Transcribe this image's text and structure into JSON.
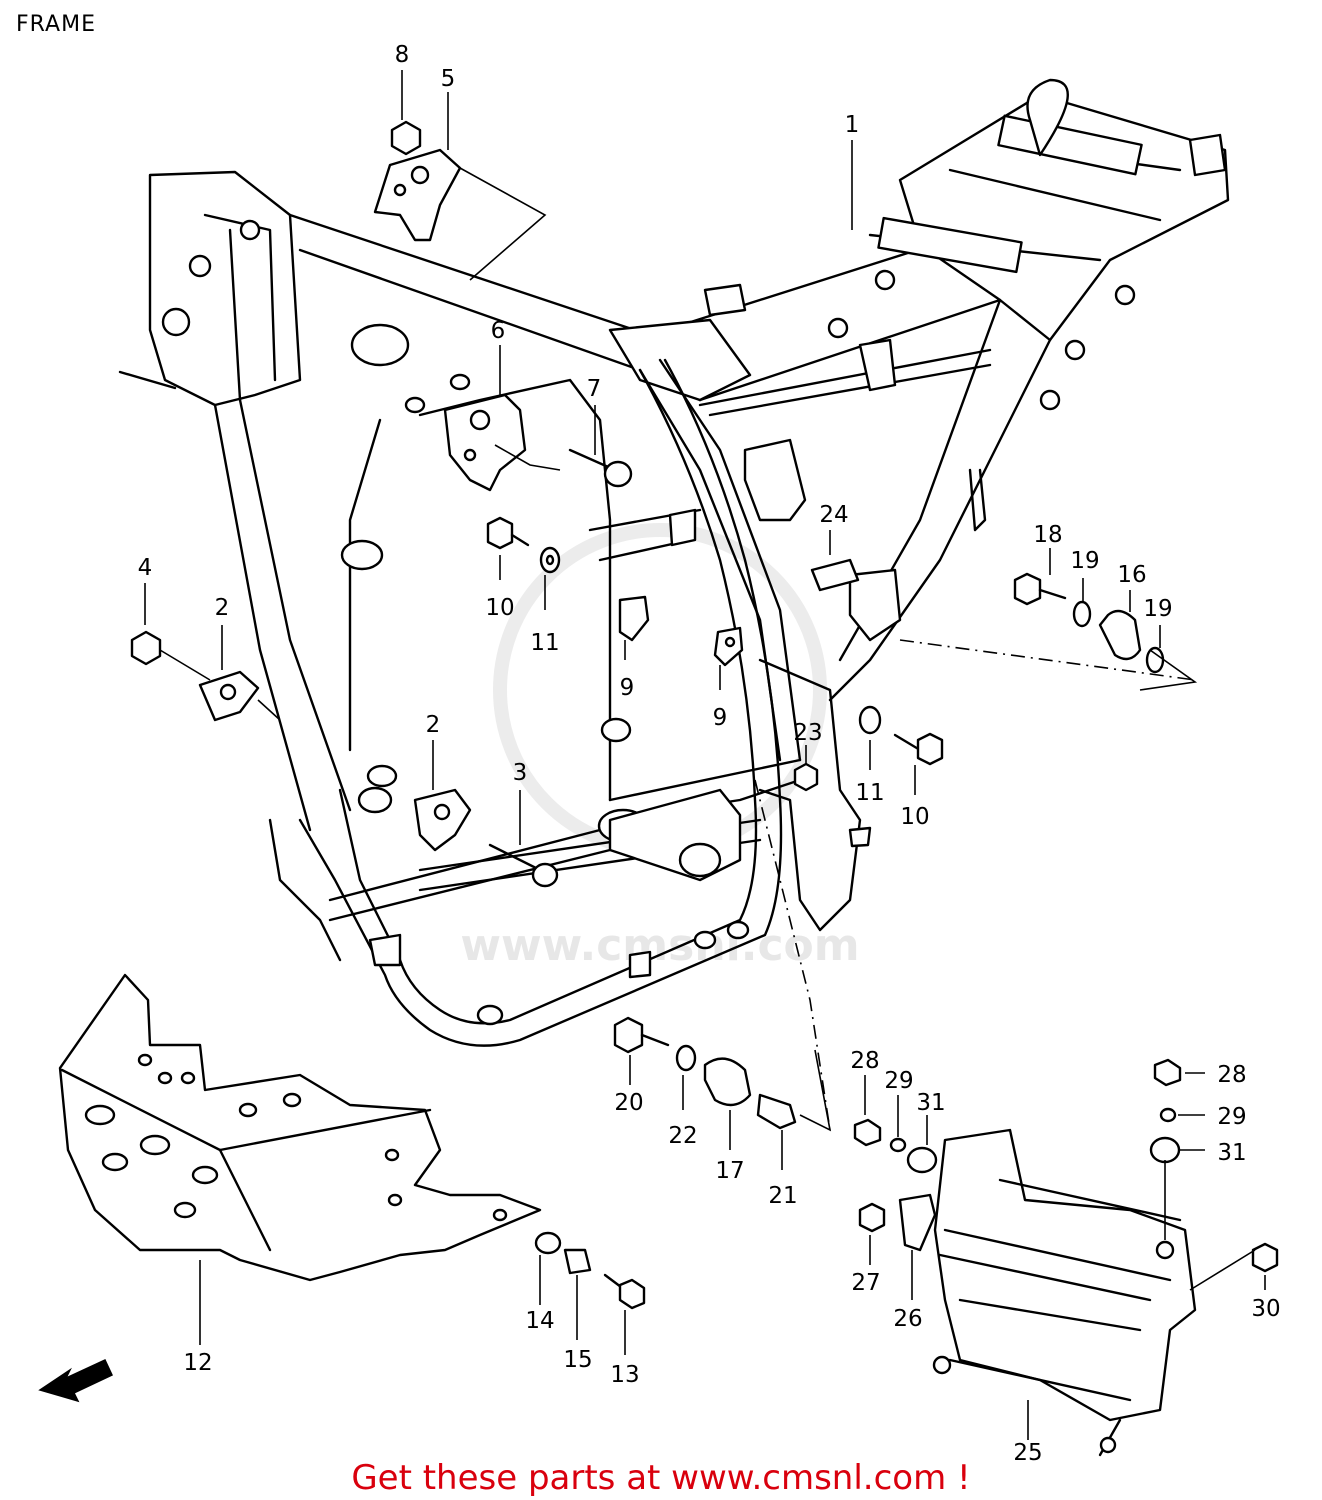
{
  "title": "FRAME",
  "footer": "Get these parts at www.cmsnl.com !",
  "watermark": "www.cmsnl.com",
  "colors": {
    "footer": "#d9000d",
    "lines": "#000000",
    "background": "#ffffff"
  },
  "icons": {
    "front_indicator": "front-arrow-icon"
  },
  "callouts": {
    "c1": "1",
    "c2a": "2",
    "c2b": "2",
    "c3": "3",
    "c4": "4",
    "c5": "5",
    "c6": "6",
    "c7": "7",
    "c8": "8",
    "c9a": "9",
    "c9b": "9",
    "c10a": "10",
    "c10b": "10",
    "c11a": "11",
    "c11b": "11",
    "c12": "12",
    "c13": "13",
    "c14": "14",
    "c15": "15",
    "c16": "16",
    "c17": "17",
    "c18": "18",
    "c19a": "19",
    "c19b": "19",
    "c20": "20",
    "c21": "21",
    "c22": "22",
    "c23": "23",
    "c24": "24",
    "c25": "25",
    "c26": "26",
    "c27": "27",
    "c28a": "28",
    "c28b": "28",
    "c29a": "29",
    "c29b": "29",
    "c30": "30",
    "c31a": "31",
    "c31b": "31"
  }
}
